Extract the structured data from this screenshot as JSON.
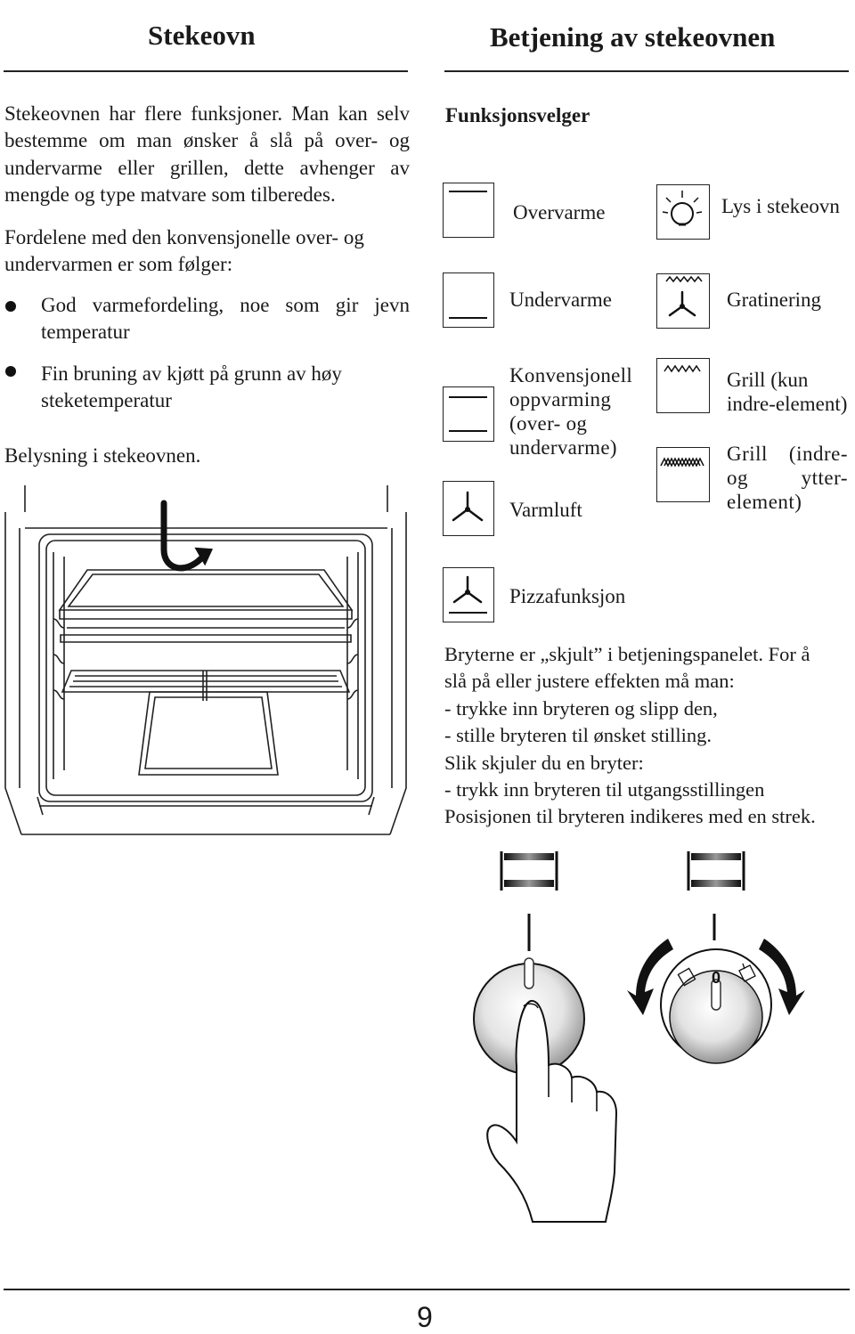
{
  "header": {
    "left_title": "Stekeovn",
    "right_title": "Betjening av stekeovnen"
  },
  "left": {
    "intro": "Stekeovnen har flere funksjoner. Man kan selv bestemme om man ønsker å slå på over- og undervarme eller grillen, dette avhenger av mengde og type matvare som tilberedes.",
    "advantages": "Fordelene med den konvensjonelle over- og undervarmen er som følger:",
    "bullets": [
      "God varmefordeling, noe som gir jevn temperatur",
      "Fin bruning av kjøtt på grunn av høy steketemperatur"
    ],
    "lighting": "Belysning i stekeovnen."
  },
  "right": {
    "section_title": "Funksjonsvelger",
    "functions": {
      "overvarme": "Overvarme",
      "undervarme": "Undervarme",
      "konvensjonell": "Konvensjonell oppvarming (over- og undervarme)",
      "varmluft": "Varmluft",
      "pizza": "Pizzafunksjon",
      "lys": "Lys i stekeovn",
      "gratinering": "Gratinering",
      "grill_inner": "Grill (kun indre-element)",
      "grill_both": "Grill (indre- og ytter-element)"
    },
    "instructions": [
      "Bryterne er „skjult” i betjeningspanelet. For å",
      "slå på eller justere effekten må man:",
      "- trykke inn bryteren og slipp den,",
      "- stille bryteren til ønsket stilling.",
      "Slik skjuler du en bryter:",
      "- trykk inn bryteren til utgangsstillingen",
      "Posisjonen til bryteren indikeres med en strek."
    ],
    "knob_zero_label": "0"
  },
  "footer": {
    "page_number": "9"
  }
}
